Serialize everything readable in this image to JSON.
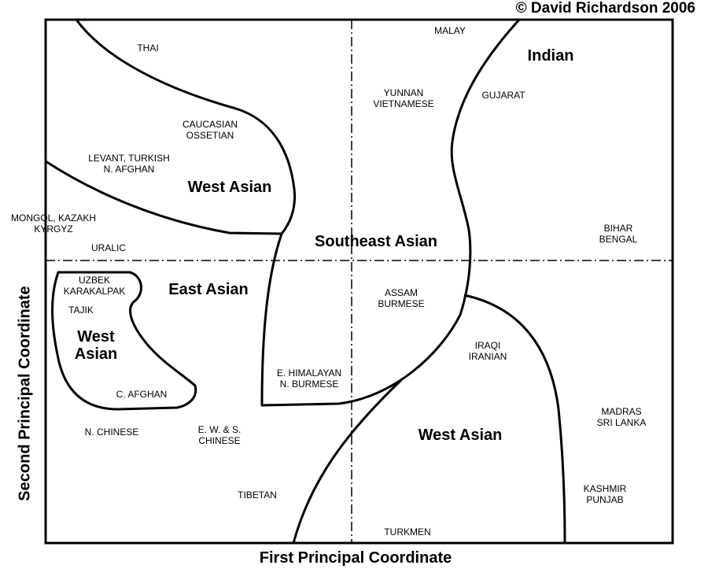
{
  "copyright": "© David Richardson 2006",
  "axes": {
    "x_label": "First Principal Coordinate",
    "y_label": "Second Principal Coordinate"
  },
  "regions": {
    "west_asian_top": "West Asian",
    "southeast_asian": "Southeast Asian",
    "indian": "Indian",
    "east_asian": "East Asian",
    "west_asian_blob": [
      "West",
      "Asian"
    ],
    "west_asian_bottom": "West Asian"
  },
  "populations": {
    "thai": "THAI",
    "malay": "MALAY",
    "caucasian": [
      "CAUCASIAN",
      "OSSETIAN"
    ],
    "levant": [
      "LEVANT, TURKISH",
      "N. AFGHAN"
    ],
    "yunnan": [
      "YUNNAN",
      "VIETNAMESE"
    ],
    "gujarat": "GUJARAT",
    "mongol": [
      "MONGOL, KAZAKH",
      "KYRGYZ"
    ],
    "uralic": "URALIC",
    "bihar": [
      "BIHAR",
      "BENGAL"
    ],
    "uzbek": [
      "UZBEK",
      "KARAKALPAK"
    ],
    "tajik": "TAJIK",
    "assam": [
      "ASSAM",
      "BURMESE"
    ],
    "iraqi": [
      "IRAQI",
      "IRANIAN"
    ],
    "himalayan": [
      "E. HIMALAYAN",
      "N. BURMESE"
    ],
    "c_afghan": "C. AFGHAN",
    "n_chinese": "N. CHINESE",
    "ews_chinese": [
      "E. W. & S.",
      "CHINESE"
    ],
    "madras": [
      "MADRAS",
      "SRI LANKA"
    ],
    "kashmir": [
      "KASHMIR",
      "PUNJAB"
    ],
    "tibetan": "TIBETAN",
    "turkmen": "TURKMEN"
  }
}
